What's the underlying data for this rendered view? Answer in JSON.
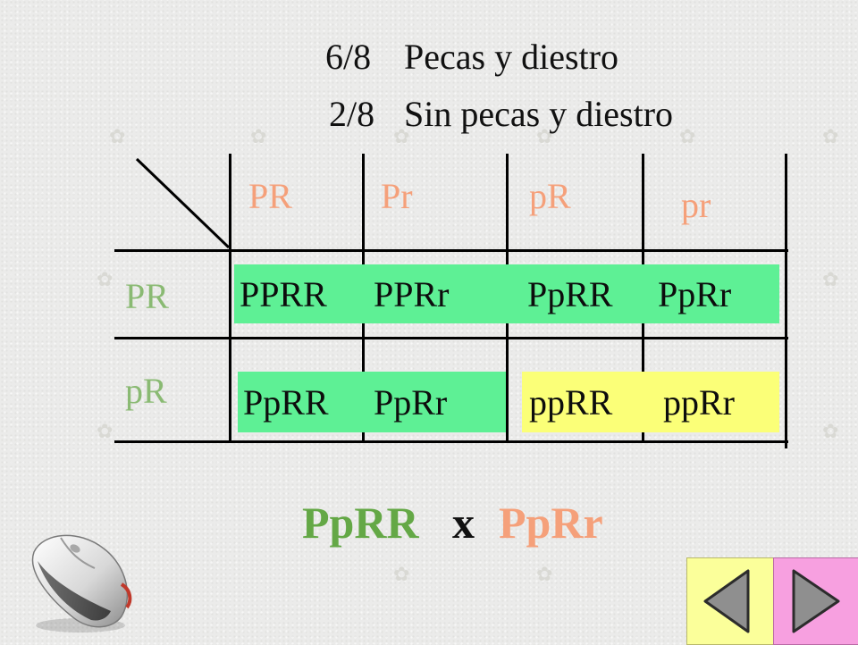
{
  "ratios": [
    {
      "fraction": "6/8",
      "label": "Pecas y diestro"
    },
    {
      "fraction": "2/8",
      "label": "Sin pecas y diestro"
    }
  ],
  "gametes_top": [
    "PR",
    "Pr",
    "pR",
    "pr"
  ],
  "gametes_left": [
    "PR",
    "pR"
  ],
  "cells": [
    [
      "PPRR",
      "PPRr",
      "PpRR",
      "PpRr"
    ],
    [
      "PpRR",
      "PpRr",
      "ppRR",
      "ppRr"
    ]
  ],
  "cross": {
    "parent1": "PpRR",
    "operator": "x",
    "parent2": "PpRr"
  },
  "colors": {
    "dominant_cell": "#5ef095",
    "recessive_cell": "#fbff78",
    "gamete_text": "#f5a07a",
    "row_label_text": "#8aba73",
    "parent1_text": "#64a846",
    "parent2_text": "#f5a07a",
    "back_button": "#fbff9a",
    "forward_button": "#f7a0e0"
  },
  "icons": [
    "mouse-icon",
    "arrow-left-icon",
    "arrow-right-icon"
  ]
}
